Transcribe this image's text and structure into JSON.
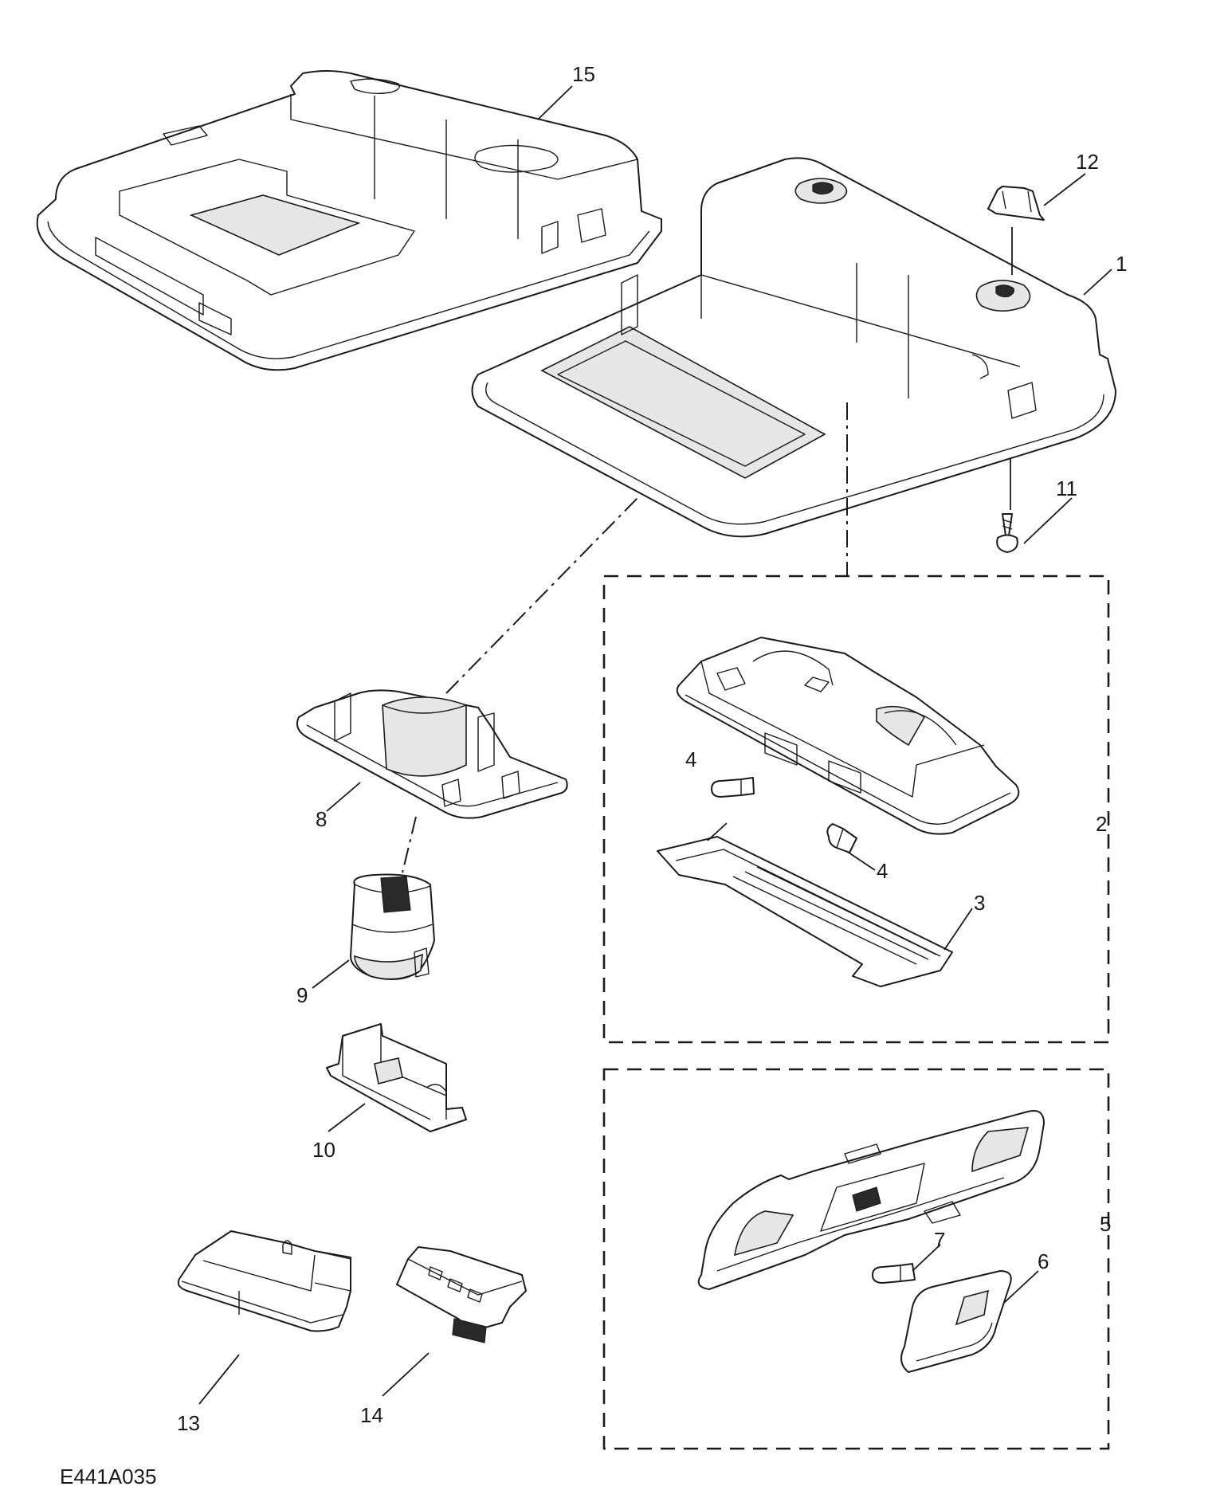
{
  "diagram": {
    "figure_ref": "E441A035",
    "callouts": [
      "1",
      "2",
      "3",
      "4",
      "4",
      "5",
      "6",
      "7",
      "8",
      "9",
      "10",
      "11",
      "12",
      "13",
      "14",
      "15"
    ]
  }
}
